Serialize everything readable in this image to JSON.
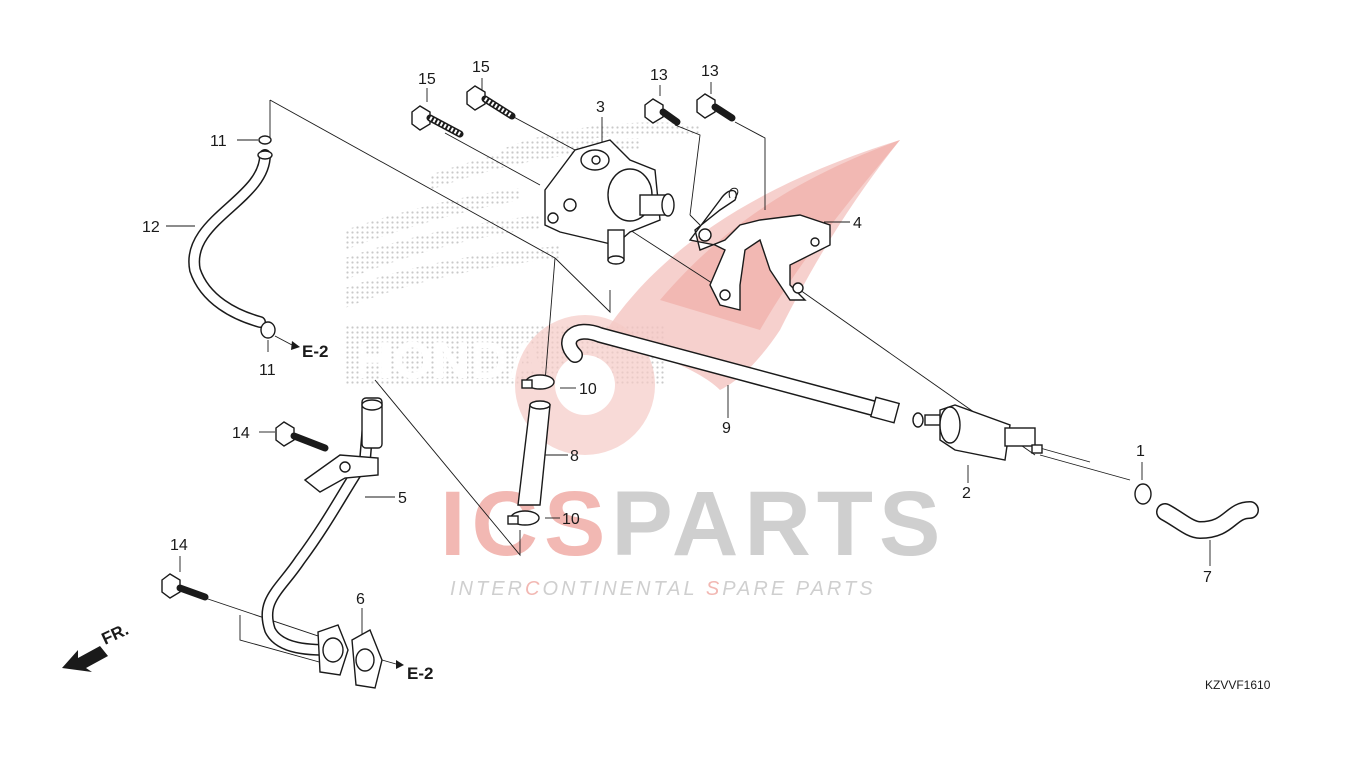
{
  "diagram": {
    "code": "KZVVF1610",
    "direction_label": "FR.",
    "ref_labels": [
      "E-2",
      "E-2"
    ],
    "callouts": {
      "c1": "1",
      "c2": "2",
      "c3": "3",
      "c4": "4",
      "c5": "5",
      "c6": "6",
      "c7": "7",
      "c8": "8",
      "c9": "9",
      "c10a": "10",
      "c10b": "10",
      "c11a": "11",
      "c11b": "11",
      "c12": "12",
      "c13a": "13",
      "c13b": "13",
      "c14a": "14",
      "c14b": "14",
      "c15a": "15",
      "c15b": "15"
    }
  },
  "watermark": {
    "main_prefix": "ICS",
    "main_suffix": "PARTS",
    "sub_prefix": "INTER",
    "sub_c1": "C",
    "sub_mid": "ONTINENTAL ",
    "sub_c2": "S",
    "sub_end": "PARE PARTS",
    "brand": "HONDA",
    "accent_color": "#e8403a",
    "gray_color": "#c8c8c8"
  }
}
